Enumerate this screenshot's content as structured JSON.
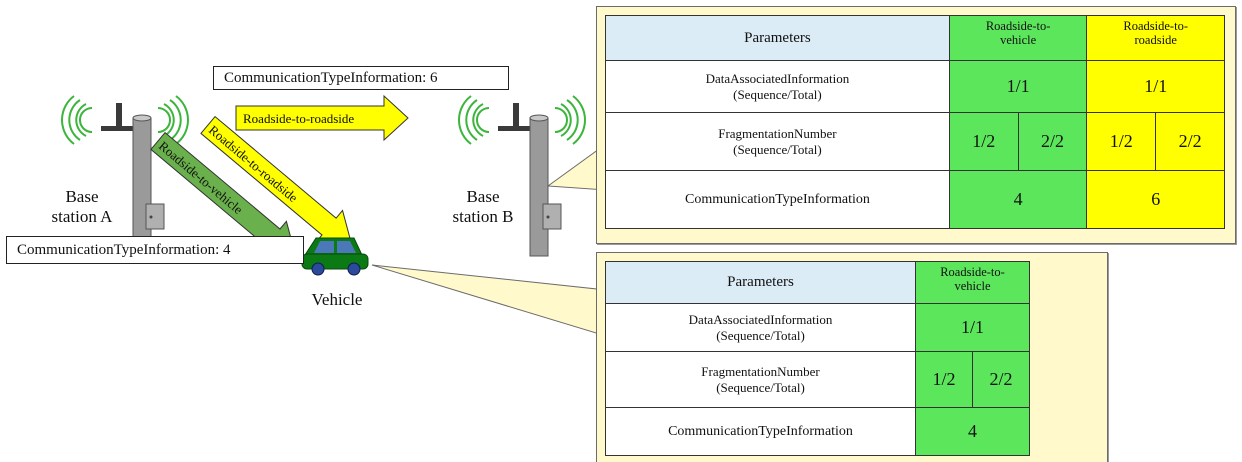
{
  "stations": {
    "a_label": [
      "Base",
      "station A"
    ],
    "b_label": [
      "Base",
      "station B"
    ],
    "vehicle_label": "Vehicle"
  },
  "callouts": {
    "type_info_6": "CommunicationTypeInformation: 6",
    "type_info_4": "CommunicationTypeInformation: 4"
  },
  "arrows": {
    "top": "Roadside-to-roadside",
    "diag_yellow": "Roadside-to-roadside",
    "diag_green": "Roadside-to-vehicle"
  },
  "table_b": {
    "header": "Parameters",
    "col_green": [
      "Roadside-to-",
      "vehicle"
    ],
    "col_yellow": [
      "Roadside-to-",
      "roadside"
    ],
    "rows": [
      {
        "name": [
          "DataAssociatedInformation",
          "(Sequence/Total)"
        ],
        "green": "1/1",
        "yellow": "1/1"
      },
      {
        "name": [
          "FragmentationNumber",
          "(Sequence/Total)"
        ],
        "green": [
          "1/2",
          "2/2"
        ],
        "yellow": [
          "1/2",
          "2/2"
        ]
      },
      {
        "name": [
          "CommunicationTypeInformation"
        ],
        "green": "4",
        "yellow": "6"
      }
    ]
  },
  "table_v": {
    "header": "Parameters",
    "col_green": [
      "Roadside-to-",
      "vehicle"
    ],
    "rows": [
      {
        "name": [
          "DataAssociatedInformation",
          "(Sequence/Total)"
        ],
        "green": "1/1"
      },
      {
        "name": [
          "FragmentationNumber",
          "(Sequence/Total)"
        ],
        "green": [
          "1/2",
          "2/2"
        ]
      },
      {
        "name": [
          "CommunicationTypeInformation"
        ],
        "green": "4"
      }
    ]
  },
  "colors": {
    "green_cell": "#5ce65c",
    "yellow_cell": "#ffff00",
    "header_cell": "#dcecf6",
    "panel_bg": "#fff9cc",
    "radio_wave": "#3bb53b",
    "green_arrow": "#6ab04c",
    "vehicle_body": "#0b7a14"
  }
}
